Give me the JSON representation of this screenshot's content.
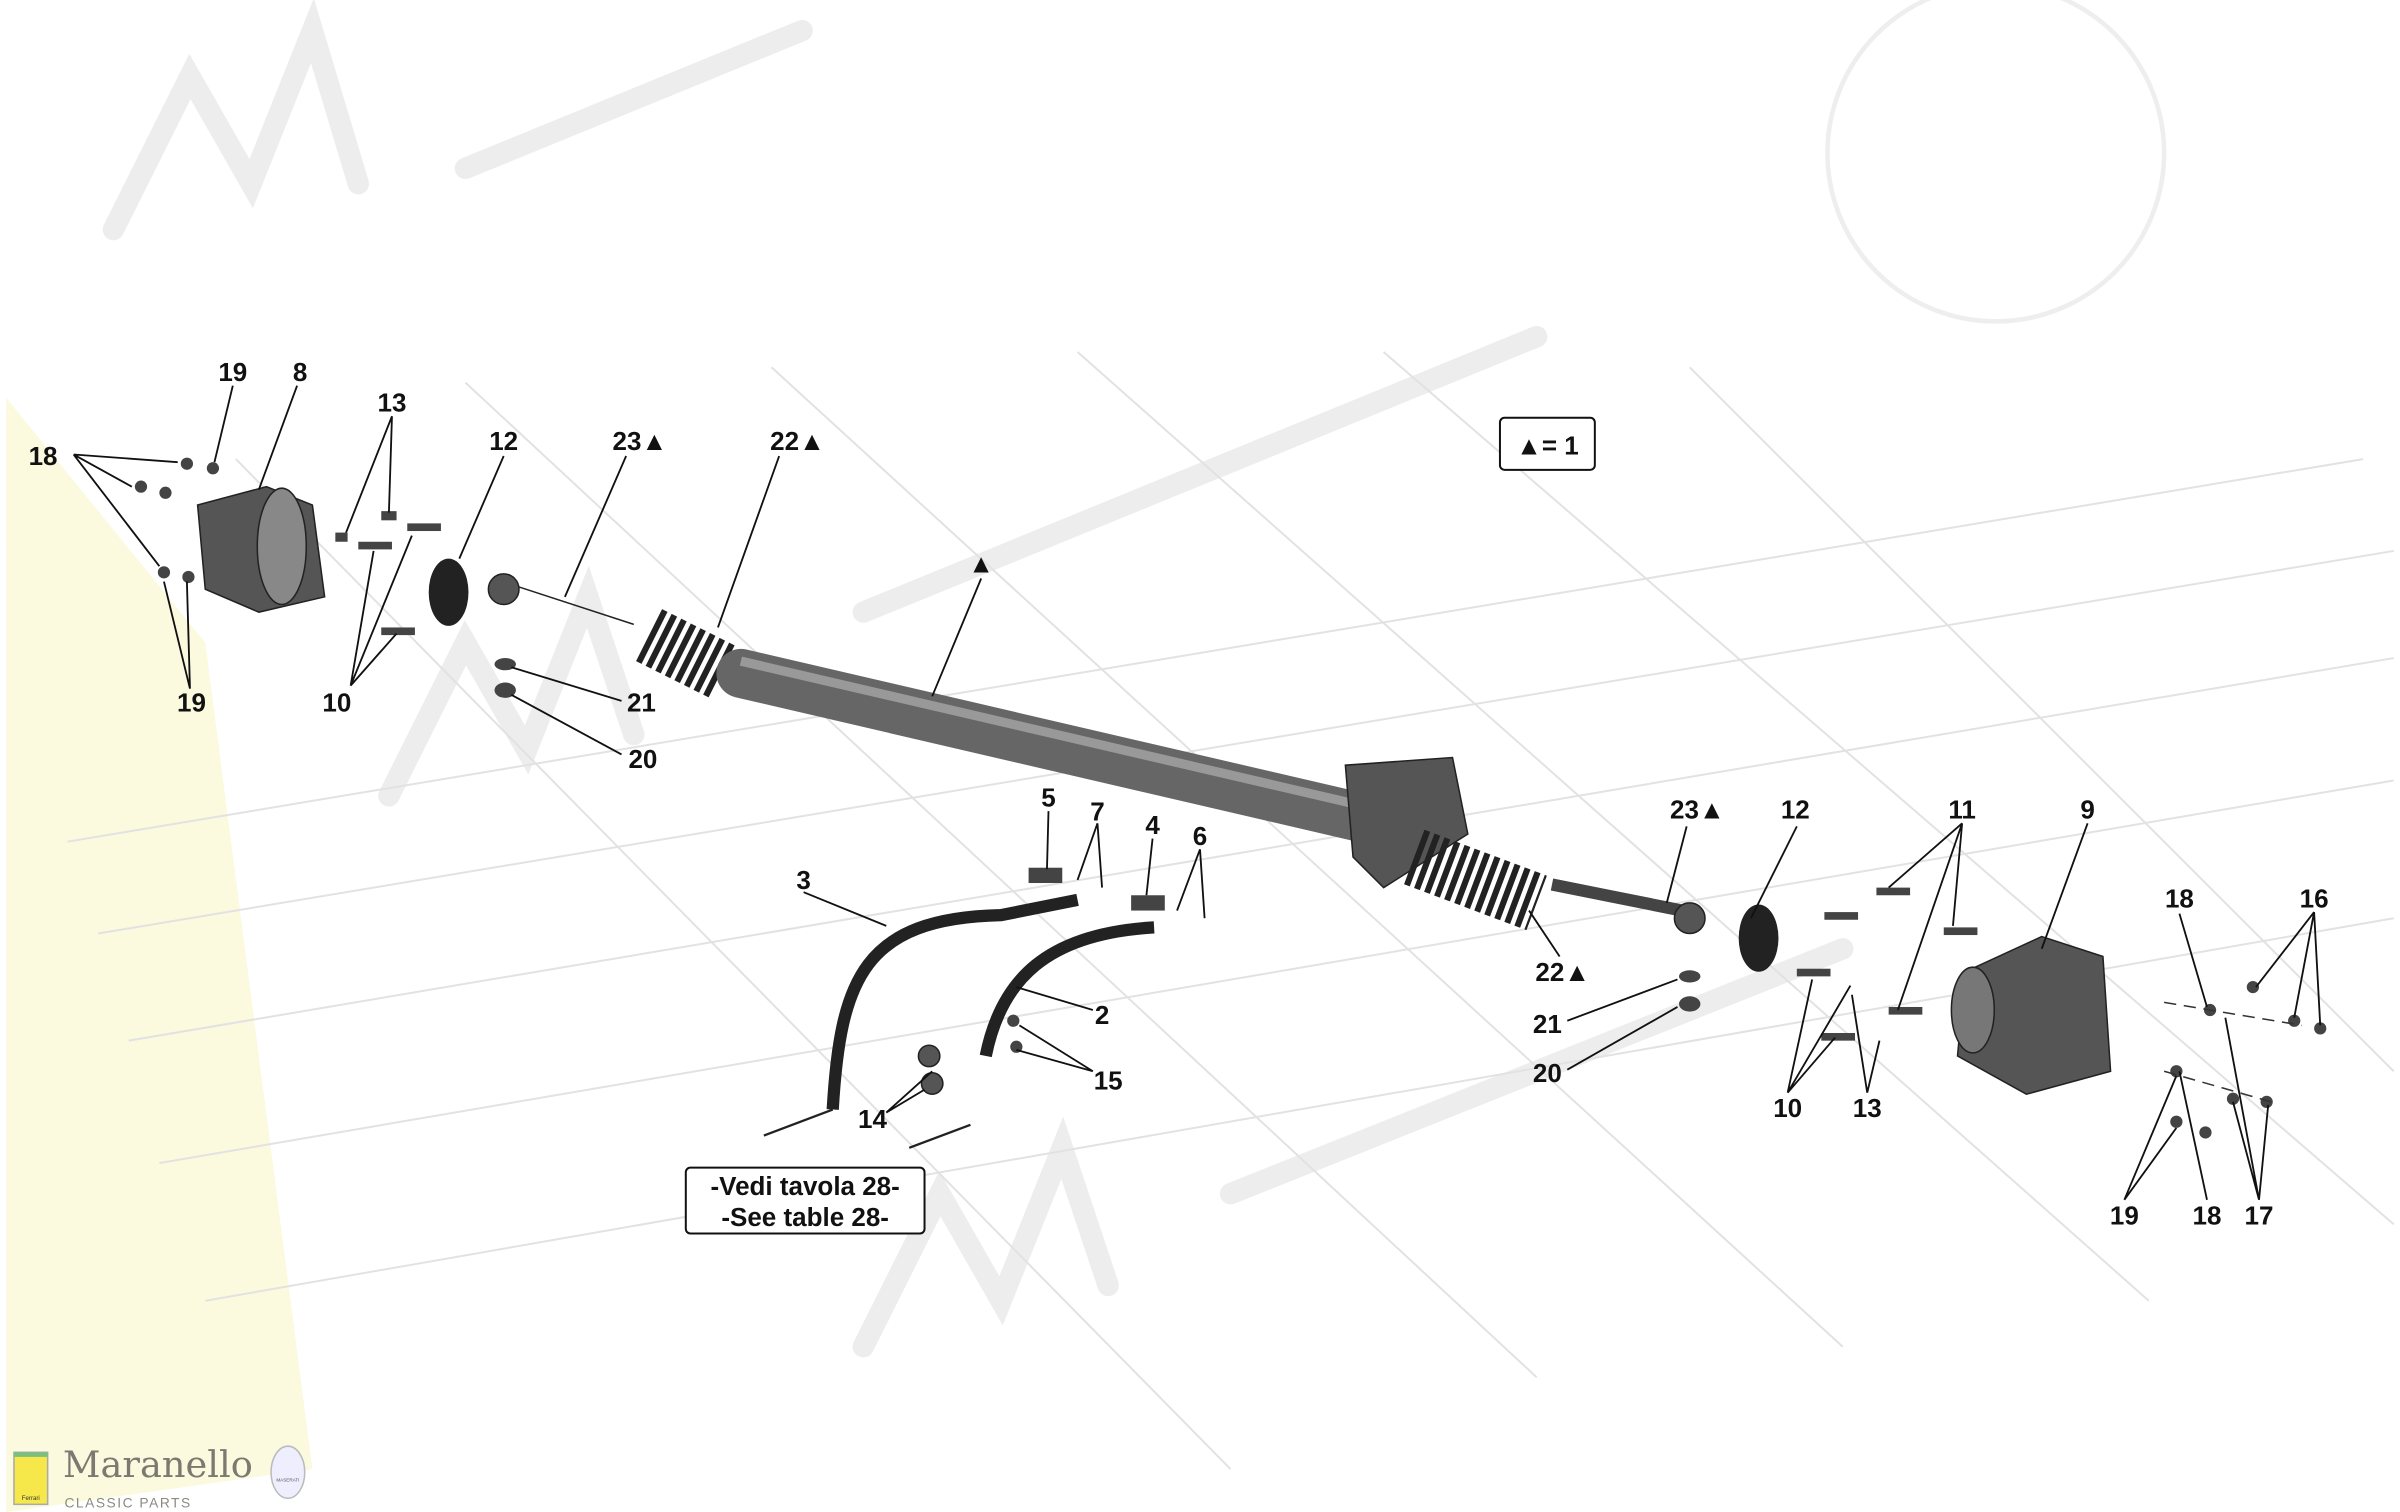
{
  "watermark": {
    "brand": "Maranello",
    "sub": "CLASSIC PARTS"
  },
  "logo": {
    "brand": "Maranello",
    "sub": "CLASSIC PARTS",
    "ferrari": "Ferrari",
    "maserati": "MASERATI"
  },
  "legend": {
    "text": "▲= 1"
  },
  "note": {
    "line1": "-Vedi tavola 28-",
    "line2": "-See table 28-"
  },
  "callouts": {
    "l19a": "19",
    "l8": "8",
    "l18a": "18",
    "l13a": "13",
    "l12a": "12",
    "l23a": "23▲",
    "l22a": "22▲",
    "ltri": "▲",
    "l19b": "19",
    "l10a": "10",
    "l21a": "21",
    "l20a": "20",
    "l5": "5",
    "l7": "7",
    "l4": "4",
    "l6": "6",
    "l3": "3",
    "l2": "2",
    "l15": "15",
    "l14": "14",
    "l23b": "23▲",
    "l12b": "12",
    "l11": "11",
    "l9": "9",
    "l22b": "22▲",
    "l21b": "21",
    "l20b": "20",
    "l18b": "18",
    "l16": "16",
    "l10b": "10",
    "l13b": "13",
    "l19c": "19",
    "l18c": "18",
    "l17": "17"
  },
  "colors": {
    "part": "#555555",
    "grid": "#e2e2e2",
    "logo_yellow": "#f6e84a"
  }
}
